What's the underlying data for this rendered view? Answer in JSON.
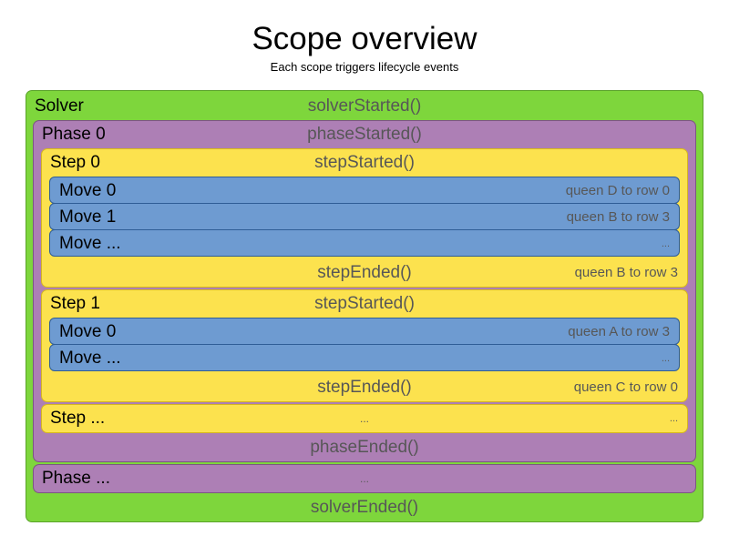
{
  "header": {
    "title": "Scope overview",
    "subtitle": "Each scope triggers lifecycle events"
  },
  "colors": {
    "solver": "#7ED63C",
    "phase": "#AD7FB5",
    "step": "#FCE24E",
    "move": "#6E9BD1",
    "event_text": "#575757",
    "name_text": "#000000",
    "background": "#FFFFFF"
  },
  "diagram": {
    "solver": {
      "name": "Solver",
      "started_event": "solverStarted()",
      "ended_event": "solverEnded()",
      "phases": [
        {
          "name": "Phase 0",
          "started_event": "phaseStarted()",
          "ended_event": "phaseEnded()",
          "steps": [
            {
              "name": "Step 0",
              "started_event": "stepStarted()",
              "ended_event": "stepEnded()",
              "ended_detail": "queen B to row 3",
              "moves": [
                {
                  "name": "Move 0",
                  "detail": "queen D to row 0",
                  "small": false
                },
                {
                  "name": "Move 1",
                  "detail": "queen B to row 3",
                  "small": false
                },
                {
                  "name": "Move ...",
                  "detail": "...",
                  "small": true
                }
              ]
            },
            {
              "name": "Step 1",
              "started_event": "stepStarted()",
              "ended_event": "stepEnded()",
              "ended_detail": "queen C to row 0",
              "moves": [
                {
                  "name": "Move 0",
                  "detail": "queen A to row 3",
                  "small": false
                },
                {
                  "name": "Move ...",
                  "detail": "...",
                  "small": true
                }
              ]
            }
          ],
          "ellipsis_step": {
            "name": "Step ...",
            "center": "...",
            "detail": "..."
          }
        }
      ],
      "ellipsis_phase": {
        "name": "Phase ...",
        "center": "...",
        "detail": ""
      }
    }
  }
}
